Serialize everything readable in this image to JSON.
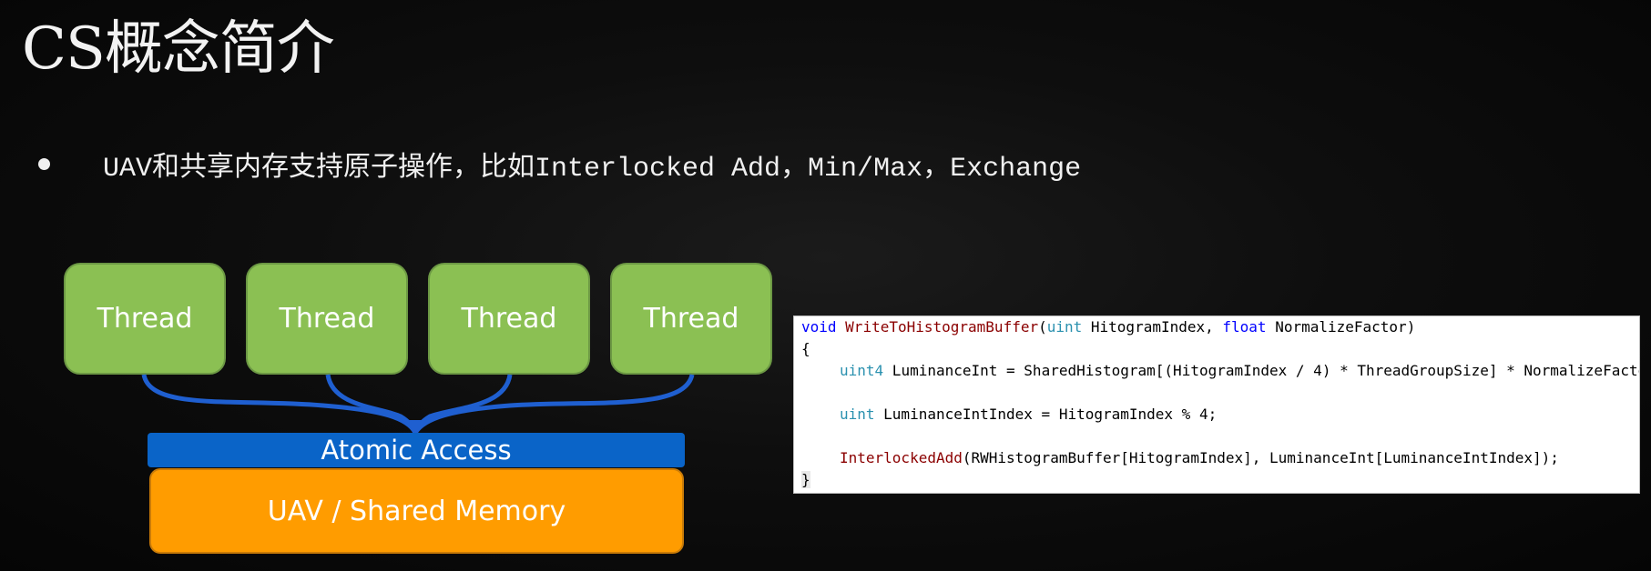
{
  "slide": {
    "title": "CS概念简介",
    "bullet": "UAV和共享内存支持原子操作，比如Interlocked Add，Min/Max，Exchange"
  },
  "diagram": {
    "threads": [
      "Thread",
      "Thread",
      "Thread",
      "Thread"
    ],
    "atomic_label": "Atomic Access",
    "memory_label": "UAV / Shared Memory",
    "colors": {
      "thread_fill": "#8bc053",
      "arrow": "#1f5fd0",
      "atomic_fill": "#0a64c8",
      "memory_fill": "#ff9c00"
    }
  },
  "code": {
    "line1": {
      "kw_void": "void",
      "fn_name": "WriteToHistogramBuffer",
      "paren_open": "(",
      "tp_uint": "uint",
      "param1": " HitogramIndex, ",
      "kw_float": "float",
      "param2": " NormalizeFactor)"
    },
    "brace_open": "{",
    "line2": {
      "tp_uint4": "uint4",
      "rest": " LuminanceInt = SharedHistogram[(HitogramIndex / 4) * ThreadGroupSize] * NormalizeFactor;"
    },
    "line3": {
      "tp_uint": "uint",
      "rest": " LuminanceIntIndex = HitogramIndex % 4;"
    },
    "line4": {
      "fn_interlocked": "InterlockedAdd",
      "rest": "(RWHistogramBuffer[HitogramIndex], LuminanceInt[LuminanceIntIndex]);"
    },
    "brace_close": "}",
    "colors": {
      "keyword": "#0000ff",
      "type": "#2b91af",
      "function": "#8b0000"
    }
  }
}
